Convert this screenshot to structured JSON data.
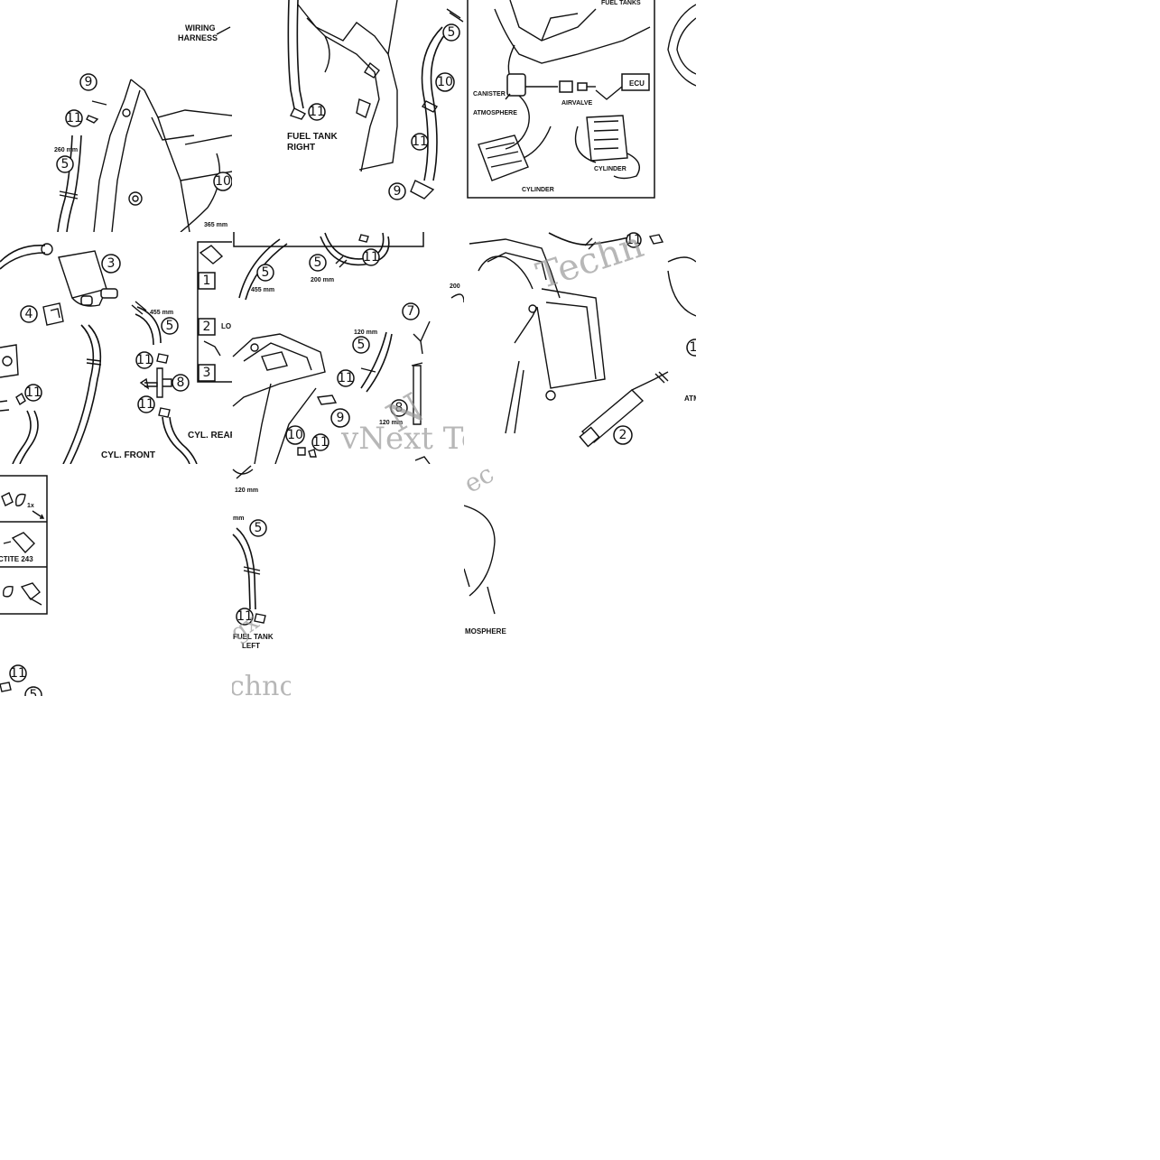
{
  "labels": {
    "wiring_harness_1": "WIRING",
    "wiring_harness_2": "HARNESS",
    "fuel_tanks": "FUEL TANKS",
    "canister": "CANISTER",
    "atmosphere": "ATMOSPHERE",
    "atmosphere_cut": "MOSPHERE",
    "ecu": "ECU",
    "airvalve": "AIRVALVE",
    "cylinder": "CYLINDER",
    "fuel_tank_right_1": "FUEL TANK",
    "fuel_tank_right_2": "RIGHT",
    "fuel_tank_left_1": "FUEL TANK",
    "fuel_tank_left_2": "LEFT",
    "cyl_front": "CYL. FRONT",
    "cyl_rear": "CYL. REAR",
    "loctite": "CTITE 243",
    "loctite_cut": "LO",
    "clamp_note": "1x",
    "atm_cut": "ATM"
  },
  "lengths": {
    "l260": "260 mm",
    "l365": "365 mm",
    "l455": "455 mm",
    "l200": "200 mm",
    "l200b": "200",
    "l120": "120 mm",
    "l120b": "120 mm",
    "mm": "mm"
  },
  "callouts": {
    "n1": "1",
    "n2": "2",
    "n3": "3",
    "n4": "4",
    "n5": "5",
    "n7": "7",
    "n8": "8",
    "n9": "9",
    "n10": "10",
    "n11": "11"
  },
  "legend_steps": [
    "1",
    "2",
    "3"
  ],
  "watermark": {
    "text_main": "vNext Te",
    "text_tile": "Techn",
    "text_frag": "chno"
  }
}
